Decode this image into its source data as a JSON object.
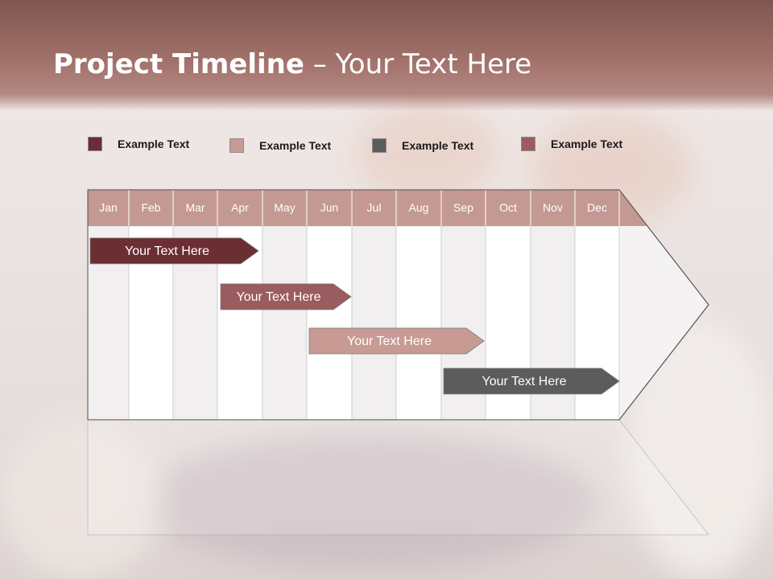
{
  "title": {
    "bold": "Project Timeline",
    "rest": " – Your Text Here"
  },
  "legend": [
    {
      "label": "Example Text",
      "color": "#6b2f33"
    },
    {
      "label": "Example Text",
      "color": "#c79b94"
    },
    {
      "label": "Example Text",
      "color": "#5c5c5c"
    },
    {
      "label": "Example Text",
      "color": "#9b5c5f"
    }
  ],
  "timeline": {
    "months": [
      "Jan",
      "Feb",
      "Mar",
      "Apr",
      "May",
      "Jun",
      "Jul",
      "Aug",
      "Sep",
      "Oct",
      "Nov",
      "Dec"
    ],
    "header_color": "#c49893",
    "tasks": [
      {
        "label": "Your  Text Here",
        "start_month": "Jan",
        "end_month": "Apr",
        "color": "#6b2f33"
      },
      {
        "label": "Your  Text Here",
        "start_month": "Apr",
        "end_month": "Jun",
        "color": "#9b5c5f"
      },
      {
        "label": "Your  Text Here",
        "start_month": "Jun",
        "end_month": "Sep",
        "color": "#c79b94"
      },
      {
        "label": "Your  Text Here",
        "start_month": "Sep",
        "end_month": "Dec",
        "color": "#5c5c5c"
      }
    ]
  }
}
